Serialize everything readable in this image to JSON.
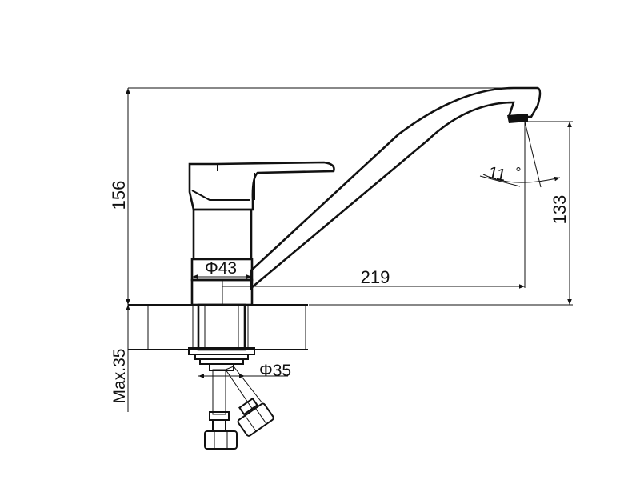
{
  "dimensions": {
    "height_total": "156",
    "height_spout": "133",
    "reach": "219",
    "body_diameter": "Φ43",
    "mount_diameter": "Φ35",
    "max_counter_thickness": "Max.35",
    "outlet_angle": "11",
    "degree_symbol": "°"
  },
  "colors": {
    "line": "#111111",
    "background": "#ffffff"
  }
}
